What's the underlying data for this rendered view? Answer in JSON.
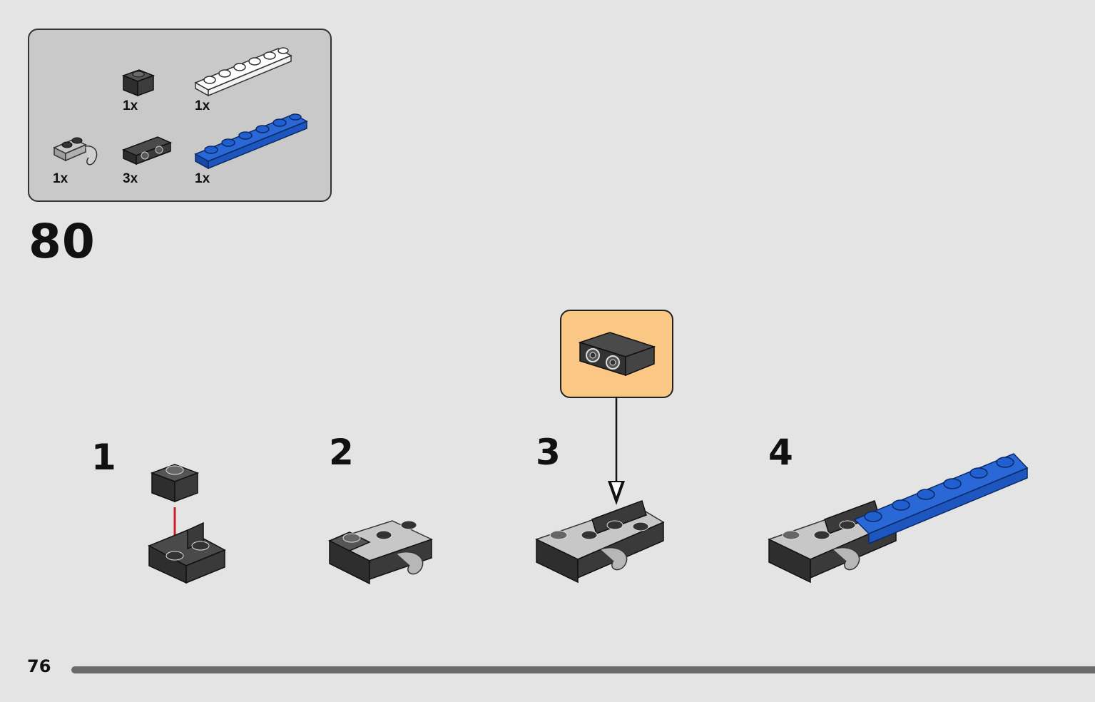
{
  "step": {
    "number": "80"
  },
  "parts_list": [
    {
      "name": "brick-1x1-dark-gray",
      "qty": "1x"
    },
    {
      "name": "plate-1x6-white",
      "qty": "1x"
    },
    {
      "name": "bracket-clip-light-gray",
      "qty": "1x"
    },
    {
      "name": "bracket-1x2-dark-gray",
      "qty": "3x"
    },
    {
      "name": "plate-1x6-blue",
      "qty": "1x"
    }
  ],
  "substeps": [
    {
      "label": "1"
    },
    {
      "label": "2"
    },
    {
      "label": "3"
    },
    {
      "label": "4"
    }
  ],
  "callout": {
    "part": "bracket-1x2-dark-gray",
    "background": "#fbc784"
  },
  "footer": {
    "page_number": "76"
  },
  "colors": {
    "dark_gray": "#3a3a3a",
    "light_gray": "#a9a9a9",
    "blue": "#1f5fd0",
    "white": "#ffffff",
    "arrow_red": "#cc1f2a"
  }
}
